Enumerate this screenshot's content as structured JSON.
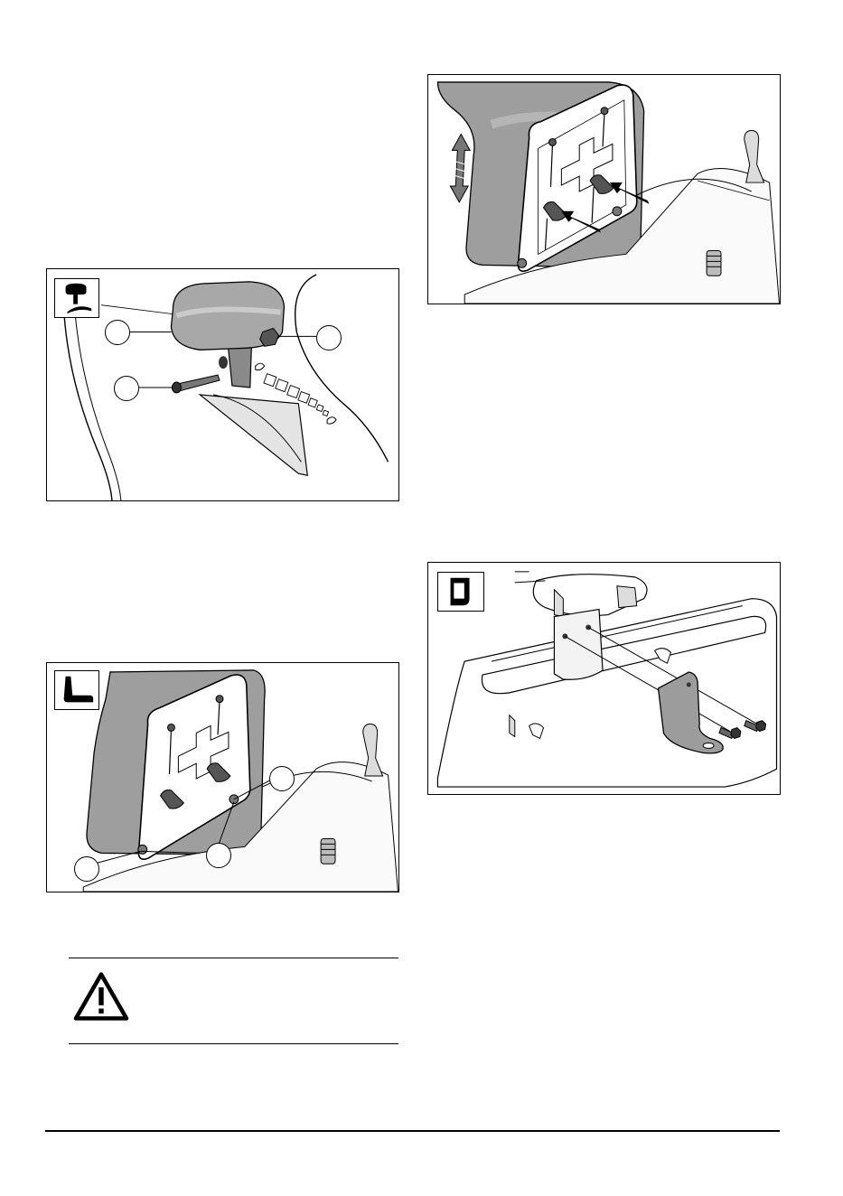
{
  "figures": [
    {
      "id": "gear-lever-knob",
      "callouts": [
        "",
        "",
        ""
      ]
    },
    {
      "id": "seat-adjust-arrows",
      "callouts": []
    },
    {
      "id": "seat-bracket-bolts",
      "callouts": [
        "",
        "",
        ""
      ]
    },
    {
      "id": "rear-bracket-mount",
      "callouts": []
    }
  ],
  "warning": {
    "icon": "warning-triangle-icon"
  },
  "colors": {
    "ink": "#000000",
    "seat_gray": "#9a9a9a",
    "light_gray": "#d9d9d9",
    "mid_gray": "#7a7a7a"
  }
}
